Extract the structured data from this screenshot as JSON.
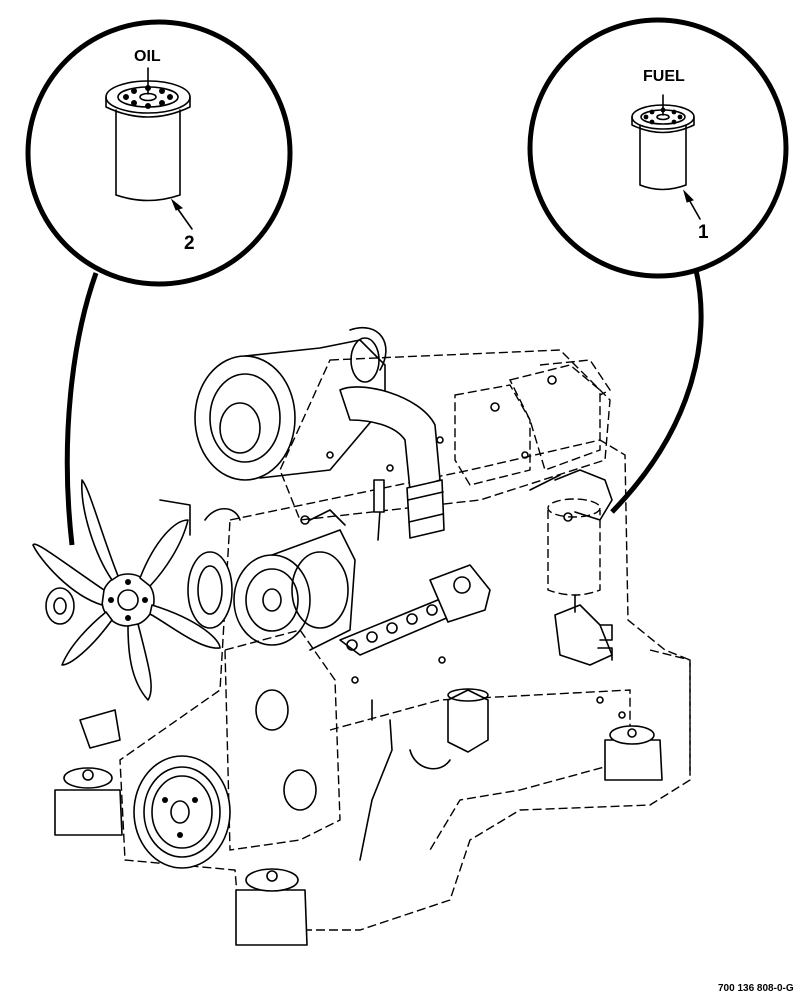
{
  "figure": {
    "id": "700 136 808-0-G"
  },
  "callouts": [
    {
      "number": "2",
      "name": "OIL"
    },
    {
      "number": "1",
      "name": "FUEL"
    }
  ]
}
